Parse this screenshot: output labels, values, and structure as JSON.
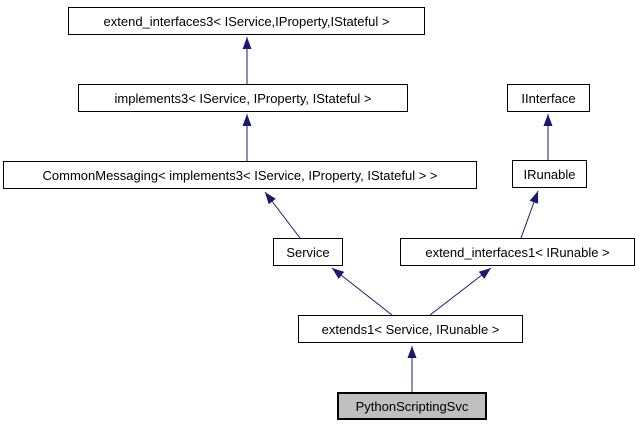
{
  "diagram": {
    "type": "class-inheritance-graph",
    "background_color": "#ffffff",
    "node_border_color": "#000000",
    "node_fill_color": "#ffffff",
    "highlight_fill_color": "#bfbfbf",
    "arrow_color": "#191970",
    "nodes": [
      {
        "id": "extend_interfaces3",
        "label": "extend_interfaces3< IService,IProperty,IStateful >",
        "highlighted": false
      },
      {
        "id": "implements3",
        "label": "implements3< IService, IProperty, IStateful >",
        "highlighted": false
      },
      {
        "id": "IInterface",
        "label": "IInterface",
        "highlighted": false
      },
      {
        "id": "CommonMessaging",
        "label": "CommonMessaging< implements3< IService, IProperty, IStateful > >",
        "highlighted": false
      },
      {
        "id": "IRunable",
        "label": "IRunable",
        "highlighted": false
      },
      {
        "id": "Service",
        "label": "Service",
        "highlighted": false
      },
      {
        "id": "extend_interfaces1",
        "label": "extend_interfaces1< IRunable >",
        "highlighted": false
      },
      {
        "id": "extends1",
        "label": "extends1< Service, IRunable >",
        "highlighted": false
      },
      {
        "id": "PythonScriptingSvc",
        "label": "PythonScriptingSvc",
        "highlighted": true
      }
    ],
    "edges": [
      {
        "from": "implements3",
        "to": "extend_interfaces3",
        "relation": "inherits"
      },
      {
        "from": "CommonMessaging",
        "to": "implements3",
        "relation": "inherits"
      },
      {
        "from": "IRunable",
        "to": "IInterface",
        "relation": "inherits"
      },
      {
        "from": "Service",
        "to": "CommonMessaging",
        "relation": "inherits"
      },
      {
        "from": "extend_interfaces1",
        "to": "IRunable",
        "relation": "inherits"
      },
      {
        "from": "extends1",
        "to": "Service",
        "relation": "inherits"
      },
      {
        "from": "extends1",
        "to": "extend_interfaces1",
        "relation": "inherits"
      },
      {
        "from": "PythonScriptingSvc",
        "to": "extends1",
        "relation": "inherits"
      }
    ]
  }
}
